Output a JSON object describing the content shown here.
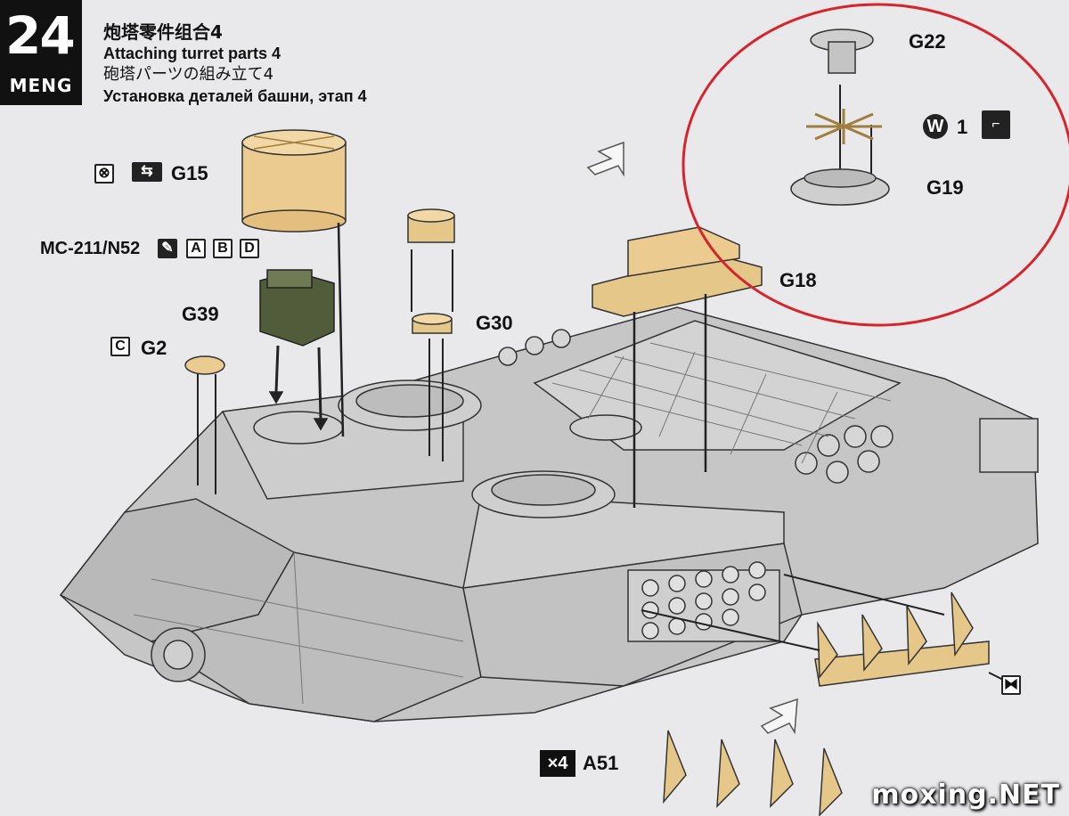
{
  "step": {
    "number": "24",
    "brand": "MENG"
  },
  "titles": {
    "cn": "炮塔零件组合4",
    "en": "Attaching turret parts 4",
    "jp": "砲塔パーツの組み立て4",
    "ru": "Установка деталей башни, этап 4"
  },
  "parts": {
    "g15": "G15",
    "g39": "G39",
    "g2": "G2",
    "g30": "G30",
    "g18": "G18",
    "g22": "G22",
    "g19": "G19",
    "a51": "A51"
  },
  "paint": {
    "code": "MC-211/N52",
    "a": "A",
    "b": "B",
    "d": "D",
    "c": "C"
  },
  "photoetch": {
    "letter": "W",
    "number": "1"
  },
  "quantity": {
    "a51": "×4"
  },
  "colors": {
    "turret": "#c9c9c9",
    "tan": "#e8c98a",
    "green": "#4f5d3a",
    "callout": "#d9232a"
  },
  "watermark": "moxing.NET"
}
